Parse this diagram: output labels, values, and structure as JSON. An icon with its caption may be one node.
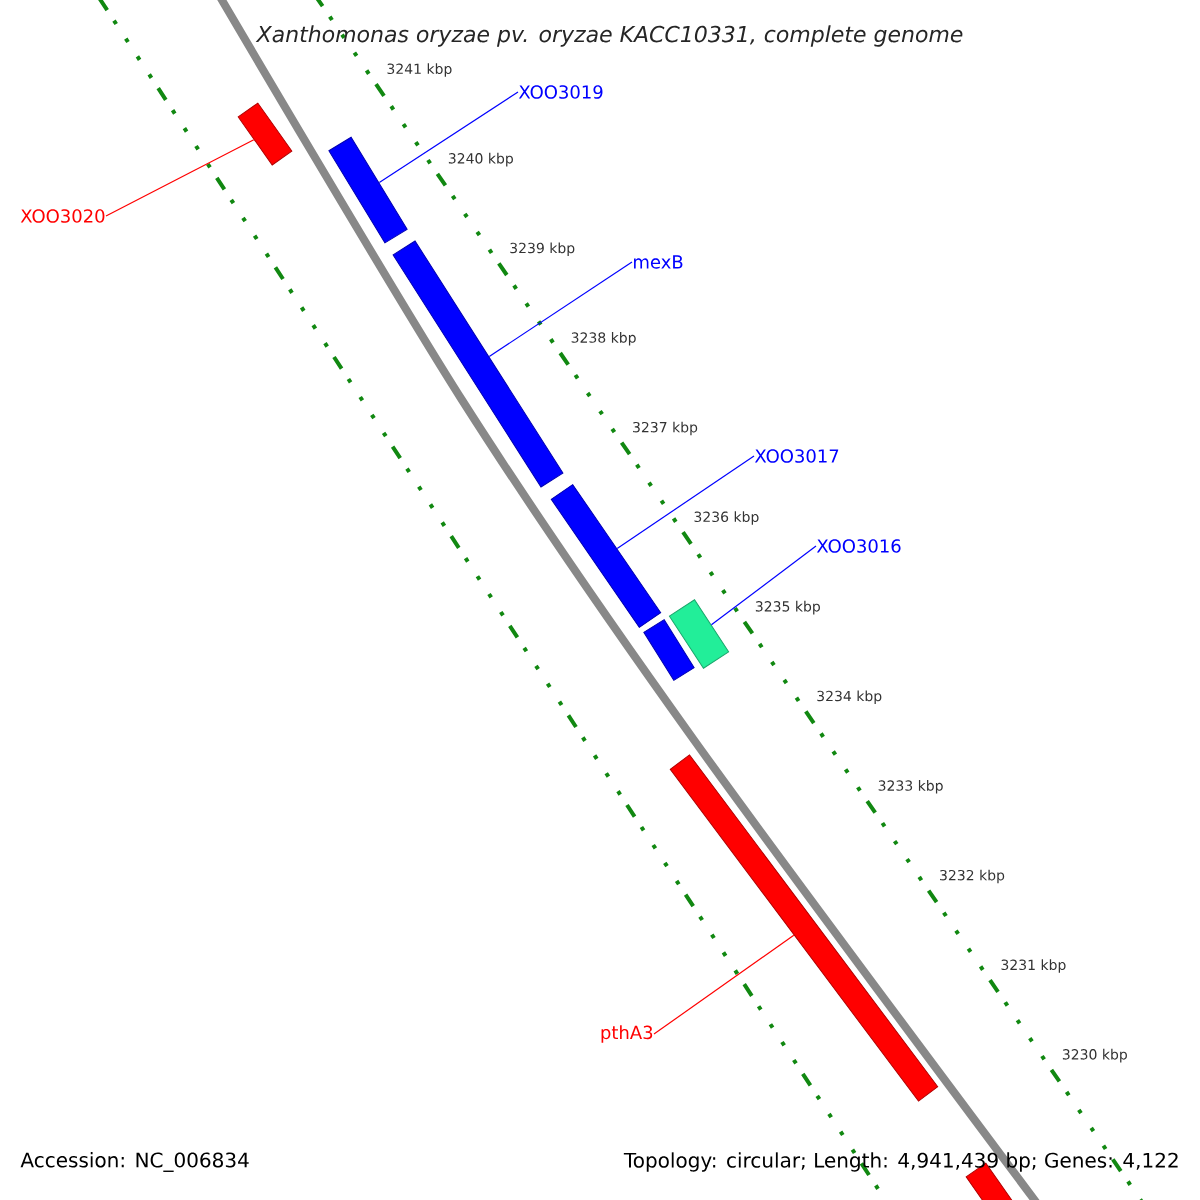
{
  "diagram": {
    "title": "Xanthomonas oryzae pv. oryzae KACC10331, complete genome",
    "nodes": [
      {
        "text": [
          "XOO3020"
        ]
      },
      {
        "text": [
          "XOO3019"
        ]
      },
      {
        "text": [
          "mexB"
        ]
      },
      {
        "text": [
          "XOO3017"
        ]
      },
      {
        "text": [
          "XOO3016"
        ]
      },
      {
        "text": [
          "pthA3"
        ]
      },
      {
        "text": [],
        "shape": "bar"
      },
      {
        "text": [],
        "shape": "bar"
      },
      {
        "text": [],
        "shape": "bar"
      },
      {
        "text": [],
        "shape": "bar"
      },
      {
        "text": [],
        "shape": "bar"
      },
      {
        "text": [],
        "shape": "bar"
      },
      {
        "text": [],
        "shape": "bar"
      },
      {
        "text": [],
        "shape": "bar"
      }
    ],
    "edges": [
      {
        "from": 0,
        "to": 6,
        "arrow": "none",
        "color": "#ff0000"
      },
      {
        "from": 1,
        "to": 7,
        "arrow": "none"
      },
      {
        "from": 2,
        "to": 8,
        "arrow": "none"
      },
      {
        "from": 3,
        "to": 9,
        "arrow": "none"
      },
      {
        "from": 4,
        "to": 10,
        "arrow": "none"
      },
      {
        "from": 5,
        "to": 12,
        "arrow": "none",
        "color": "#ff0000"
      }
    ],
    "labels": [
      "3241 kbp",
      "3240 kbp",
      "3239 kbp",
      "3238 kbp",
      "3237 kbp",
      "3236 kbp",
      "3235 kbp",
      "3234 kbp",
      "3233 kbp",
      "3232 kbp",
      "3231 kbp",
      "3230 kbp",
      "Accession: NC_006834",
      "Topology: circular; Length: 4,941,439 bp; Genes: 4,122"
    ]
  }
}
